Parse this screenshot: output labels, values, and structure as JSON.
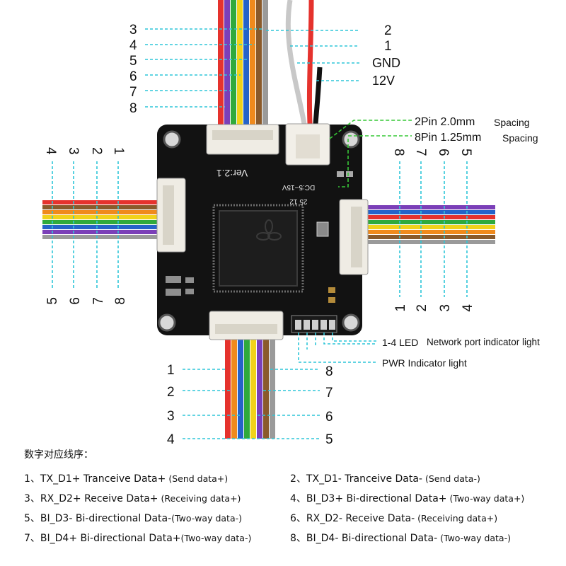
{
  "top_connector": {
    "left_numbers": [
      "3",
      "4",
      "5",
      "6",
      "7",
      "8"
    ],
    "right_labels": [
      "2",
      "1",
      "GND",
      "12V"
    ]
  },
  "callouts": {
    "pin2": {
      "size": "2Pin 2.0mm",
      "unit": "Spacing"
    },
    "pin8": {
      "size": "8Pin 1.25mm",
      "unit": "Spacing"
    },
    "led": {
      "prefix": "1-4 LED",
      "text": "Network port indicator light"
    },
    "pwr": "PWR Indicator light"
  },
  "left_connector": {
    "top_numbers": [
      "4",
      "3",
      "2",
      "1"
    ],
    "bottom_numbers": [
      "5",
      "6",
      "7",
      "8"
    ]
  },
  "right_connector": {
    "top_numbers": [
      "8",
      "7",
      "6",
      "5"
    ],
    "bottom_numbers": [
      "1",
      "2",
      "3",
      "4"
    ]
  },
  "bottom_connector": {
    "left_numbers": [
      "1",
      "2",
      "3",
      "4"
    ],
    "right_numbers": [
      "8",
      "7",
      "6",
      "5"
    ]
  },
  "board": {
    "version": "Ver:2.1",
    "voltage": "DC:5~15V",
    "code": "25 12"
  },
  "legend": {
    "heading": "数字对应线序：",
    "items": [
      {
        "num": "1、",
        "main": "TX_D1+ Tranceive Data+",
        "note": " (Send data+)"
      },
      {
        "num": "2、",
        "main": "TX_D1- Tranceive Data-",
        "note": " (Send data-)"
      },
      {
        "num": "3、",
        "main": "RX_D2+ Receive Data+",
        "note": " (Receiving data+)"
      },
      {
        "num": "4、",
        "main": "BI_D3+ Bi-directional Data+",
        "note": " (Two-way data+)"
      },
      {
        "num": "5、",
        "main": "BI_D3- Bi-directional Data-",
        "note": "(Two-way data-)"
      },
      {
        "num": "6、",
        "main": "RX_D2- Receive Data-",
        "note": " (Receiving data+)"
      },
      {
        "num": "7、",
        "main": "BI_D4+ Bi-directional Data+",
        "note": "(Two-way data-)"
      },
      {
        "num": "8、",
        "main": "BI_D4- Bi-directional Data-",
        "note": " (Two-way data-)"
      }
    ]
  },
  "colors": {
    "leader_line": "#2ec6d8",
    "callout_line": "#37c837",
    "board": "#121212",
    "wire_palette": [
      "#e5322d",
      "#f08a1c",
      "#f1d21a",
      "#2faa3c",
      "#2563c9",
      "#7b3fb8",
      "#8a5a2b",
      "#9a9a9a"
    ]
  }
}
